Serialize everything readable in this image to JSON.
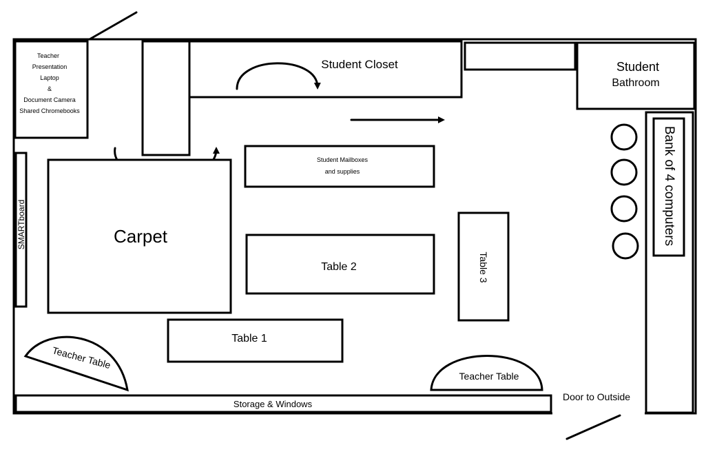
{
  "plan": {
    "labels": {
      "teacher_presentation": [
        "Teacher",
        "Presentation",
        "Laptop",
        "&",
        "Document Camera",
        "Shared Chromebooks"
      ],
      "student_closet": "Student Closet",
      "student_bathroom": [
        "Student",
        "Bathroom"
      ],
      "student_mailboxes": [
        "Student Mailboxes",
        "and supplies"
      ],
      "smartboard": "SMARTboard",
      "carpet": "Carpet",
      "table_1": "Table 1",
      "table_2": "Table 2",
      "table_3": "Table 3",
      "teacher_table_left": "Teacher Table",
      "teacher_table_right": "Teacher Table",
      "computers": "Bank of 4 computers",
      "storage": "Storage & Windows",
      "door": "Door to Outside"
    },
    "computer_stations": 4,
    "colors": {
      "line": "#000000",
      "background": "#ffffff"
    }
  }
}
